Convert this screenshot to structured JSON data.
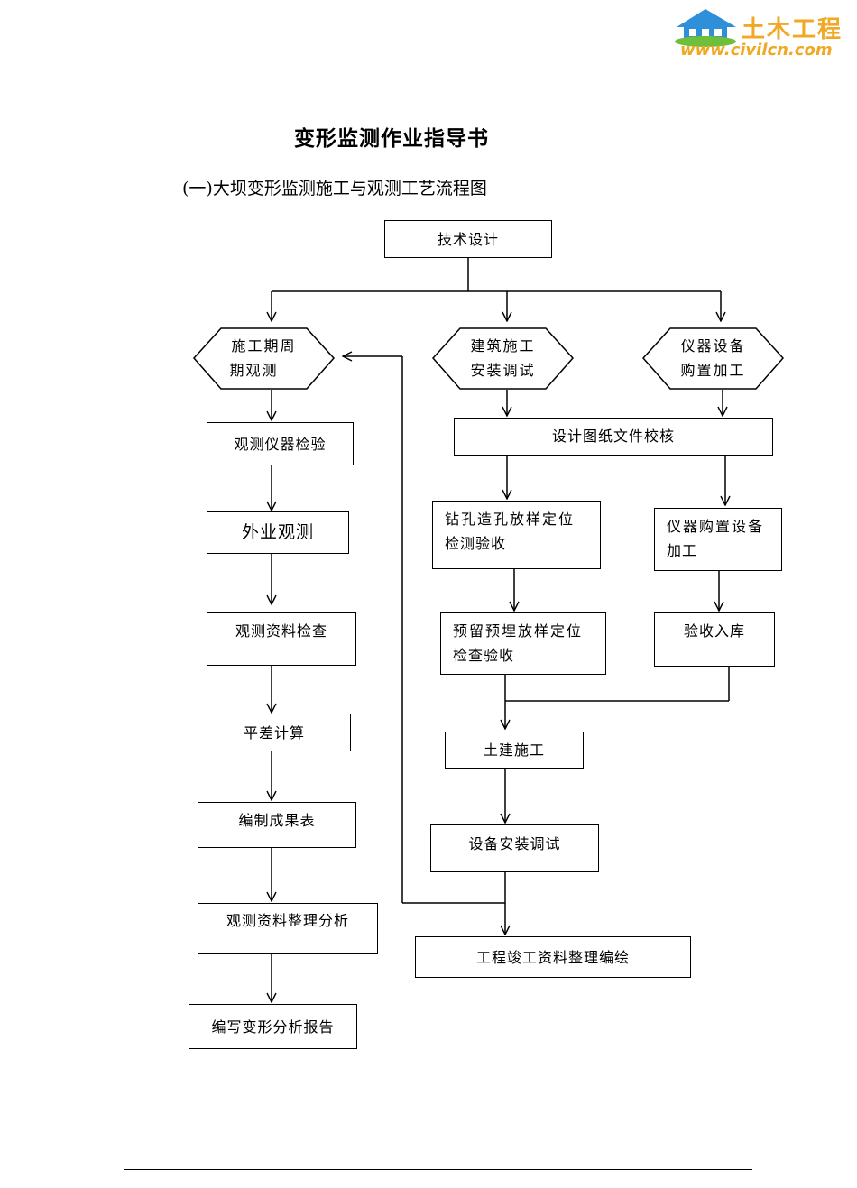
{
  "logo": {
    "text": "土木工程",
    "url": "www.civilcn.com",
    "accent": "#f1a824",
    "house_color": "#2f8fd8",
    "grass_color": "#6fbf3a"
  },
  "document_title": "变形监测作业指导书",
  "section_title": "(一)大坝变形监测施工与观测工艺流程图",
  "flowchart": {
    "top": "技术设计",
    "branch_left": {
      "line1": "施工期周",
      "line2": "期观测"
    },
    "branch_middle": {
      "line1": "建筑施工",
      "line2": "安装调试"
    },
    "branch_right": {
      "line1": "仪器设备",
      "line2": "购置加工"
    },
    "left_steps": [
      "观测仪器检验",
      "外业观测",
      "观测资料检查",
      "平差计算",
      "编制成果表",
      "观测资料整理分析",
      "编写变形分析报告"
    ],
    "design_check": "设计图纸文件校核",
    "drill": {
      "line1": "钻孔造孔放样定位",
      "line2": "检测验收"
    },
    "reserve": {
      "line1": "预留预埋放样定位",
      "line2": "检查验收"
    },
    "purchase": {
      "line1": "仪器购置设备",
      "line2": "加工"
    },
    "accept": "验收入库",
    "civil": "土建施工",
    "install": "设备安装调试",
    "completion": "工程竣工资料整理编绘"
  }
}
